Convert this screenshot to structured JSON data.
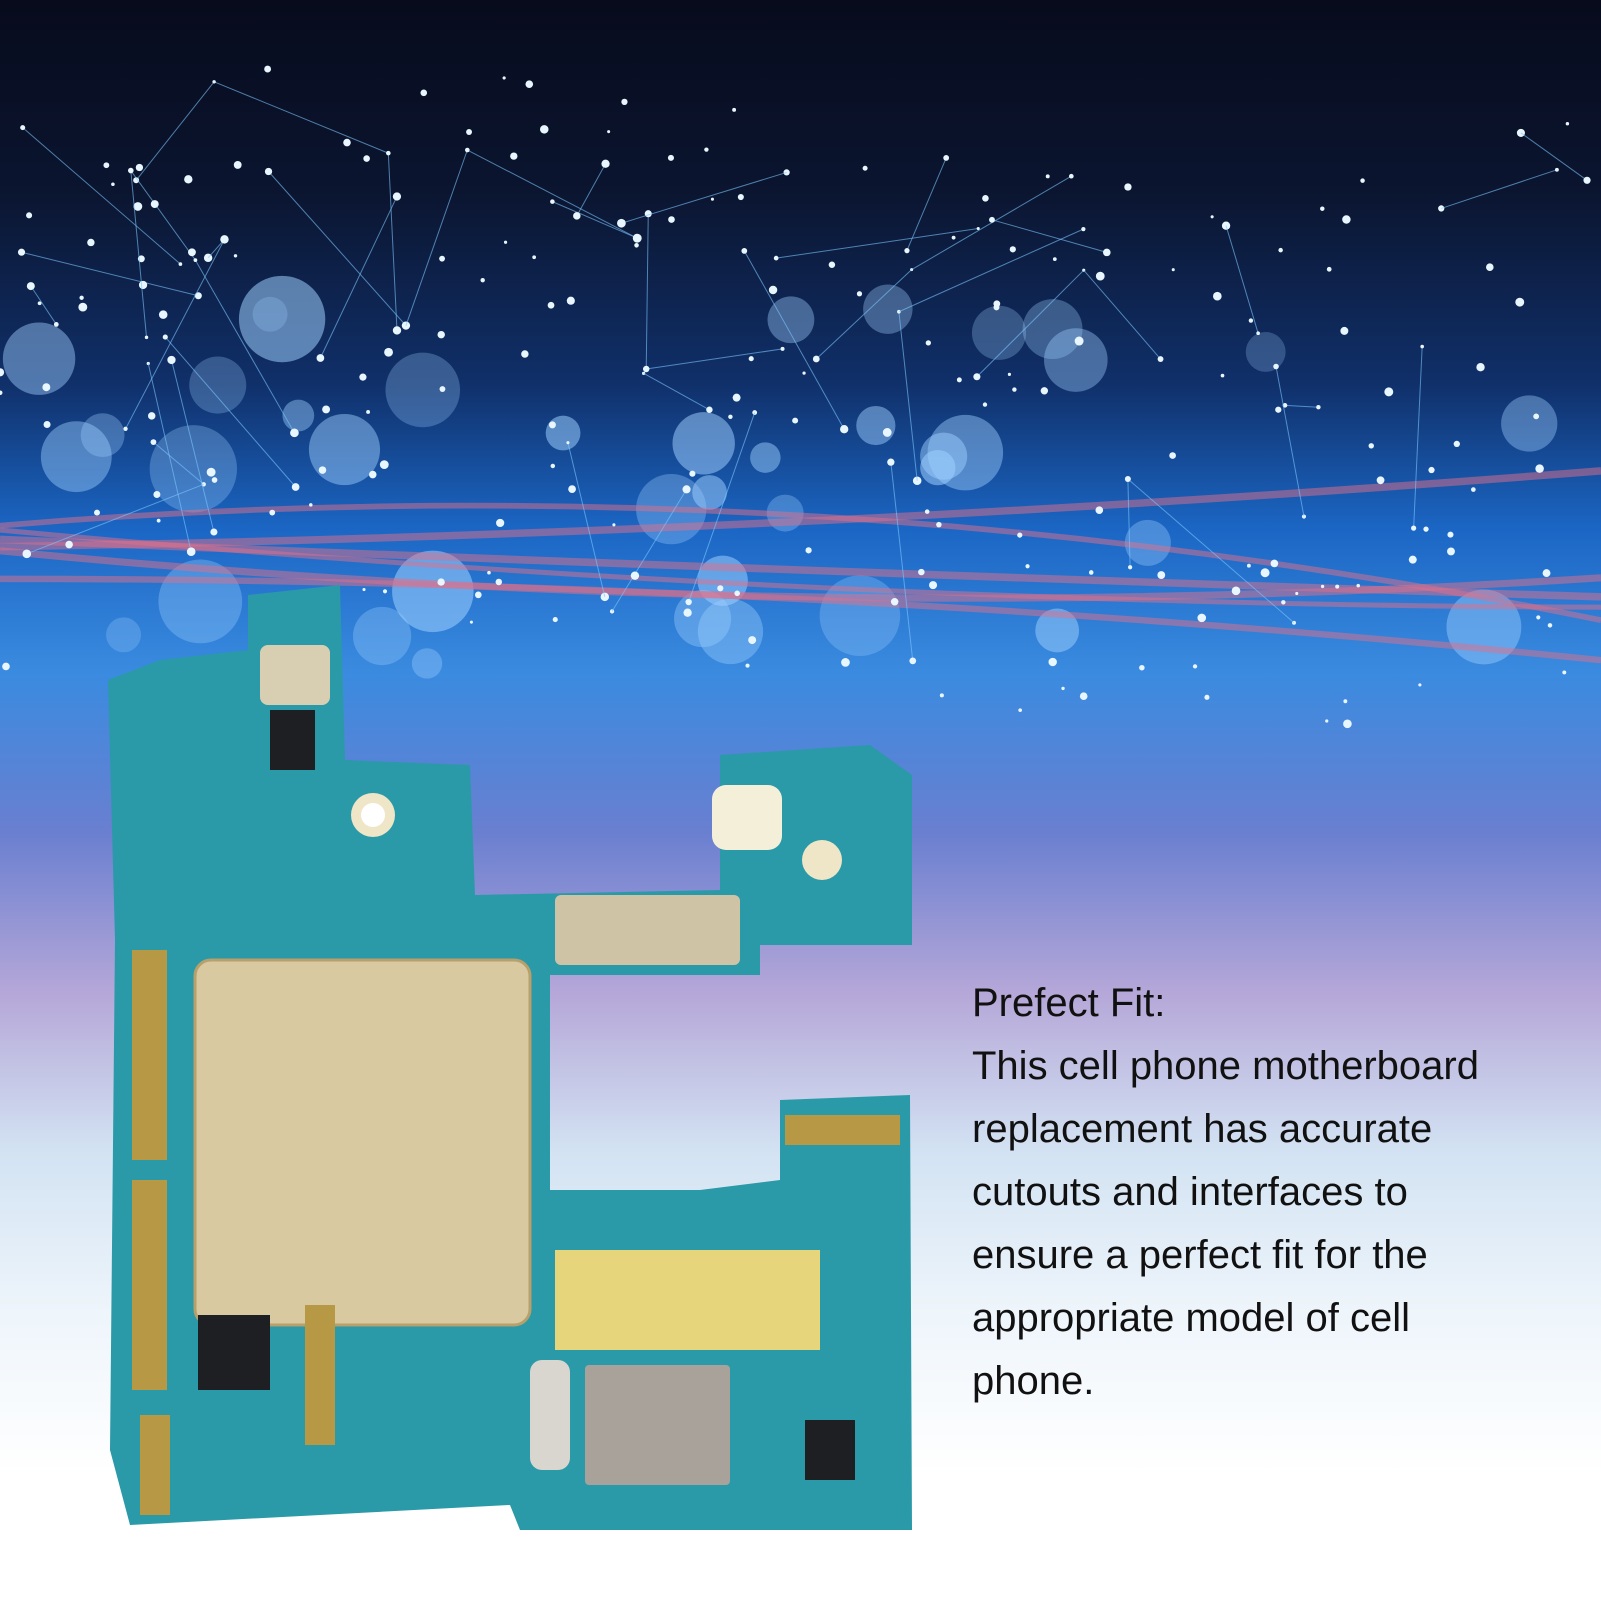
{
  "background": {
    "description_colors": {
      "dark": "#070b1c",
      "blue": "#1b66c4",
      "pink": "#e0708a",
      "white": "#ffffff"
    }
  },
  "board": {
    "pcb_color": "#2a9aa8",
    "shield_color": "#d8c9a0",
    "label_color": "#c9a64a"
  },
  "caption": {
    "heading": "Prefect Fit:",
    "lines": [
      "This cell phone motherboard",
      "replacement has accurate",
      "cutouts and interfaces to",
      "ensure a perfect fit for the",
      "appropriate model of cell",
      "phone."
    ]
  }
}
